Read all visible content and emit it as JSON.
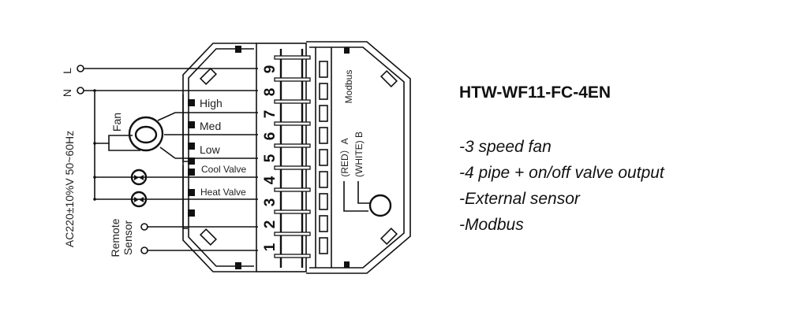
{
  "diagram": {
    "power_terminals": {
      "L": "L",
      "N": "N"
    },
    "supply_label": "AC220±10%V 50~60Hz",
    "fan_label": "Fan",
    "fan_speeds": [
      "High",
      "Med",
      "Low"
    ],
    "valves": [
      "Cool Valve",
      "Heat Valve"
    ],
    "remote_sensor_label": [
      "Remote",
      "Sensor"
    ],
    "terminal_numbers": [
      "9",
      "8",
      "7",
      "6",
      "5",
      "4",
      "3",
      "2",
      "1"
    ],
    "modbus_label": "Modbus",
    "modbus_a": "(RED）A",
    "modbus_b": "(WHITE) B"
  },
  "product": {
    "model": "HTW-WF11-FC-4EN",
    "features": [
      "-3 speed fan",
      "-4 pipe + on/off valve output",
      "-External sensor",
      "-Modbus"
    ]
  }
}
